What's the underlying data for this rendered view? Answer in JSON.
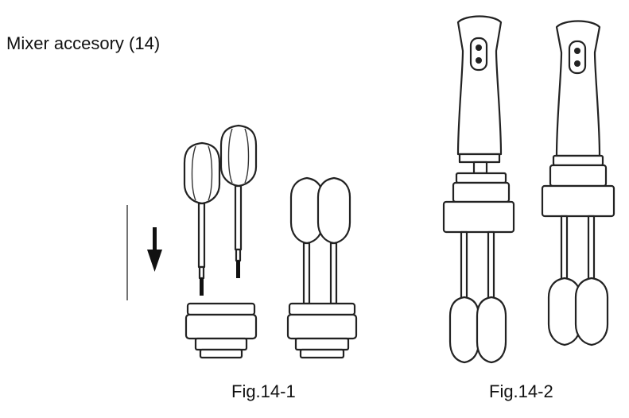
{
  "title": "Mixer accesory (14)",
  "figures": [
    {
      "caption": "Fig.14-1"
    },
    {
      "caption": "Fig.14-2"
    }
  ]
}
